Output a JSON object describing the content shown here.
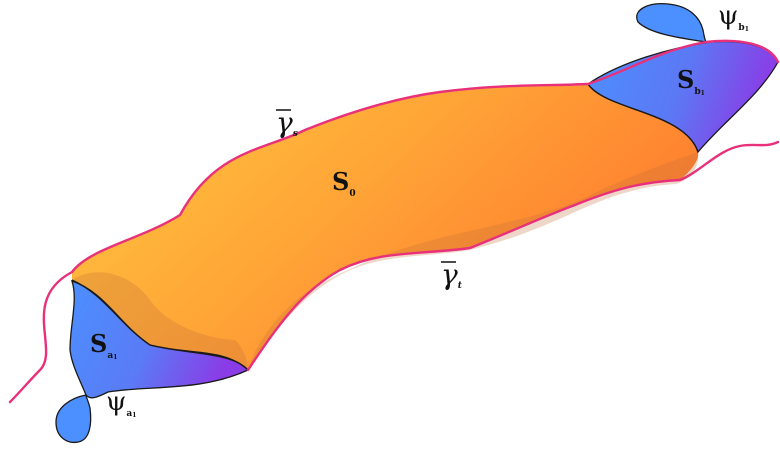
{
  "regions": {
    "s0": {
      "main": "S",
      "sub": "0"
    },
    "sa": {
      "main": "S",
      "sub": "a",
      "subsub": "1"
    },
    "sb": {
      "main": "S",
      "sub": "b",
      "subsub": "1"
    }
  },
  "curves": {
    "gamma_s": {
      "main": "γ",
      "sub": "s",
      "bar": "‾"
    },
    "gamma_t": {
      "main": "γ",
      "sub": "t",
      "bar": "‾"
    }
  },
  "psi": {
    "a": {
      "main": "ψ",
      "sub": "a",
      "subsub": "1"
    },
    "b": {
      "main": "ψ",
      "sub": "b",
      "subsub": "1"
    }
  },
  "colors": {
    "orange_light": "#FFC23A",
    "orange_dark": "#FF7A2E",
    "blue": "#4C8FFF",
    "purple": "#8A3CE6",
    "boundary": "#E8317A",
    "outline": "#1A1A1A"
  }
}
